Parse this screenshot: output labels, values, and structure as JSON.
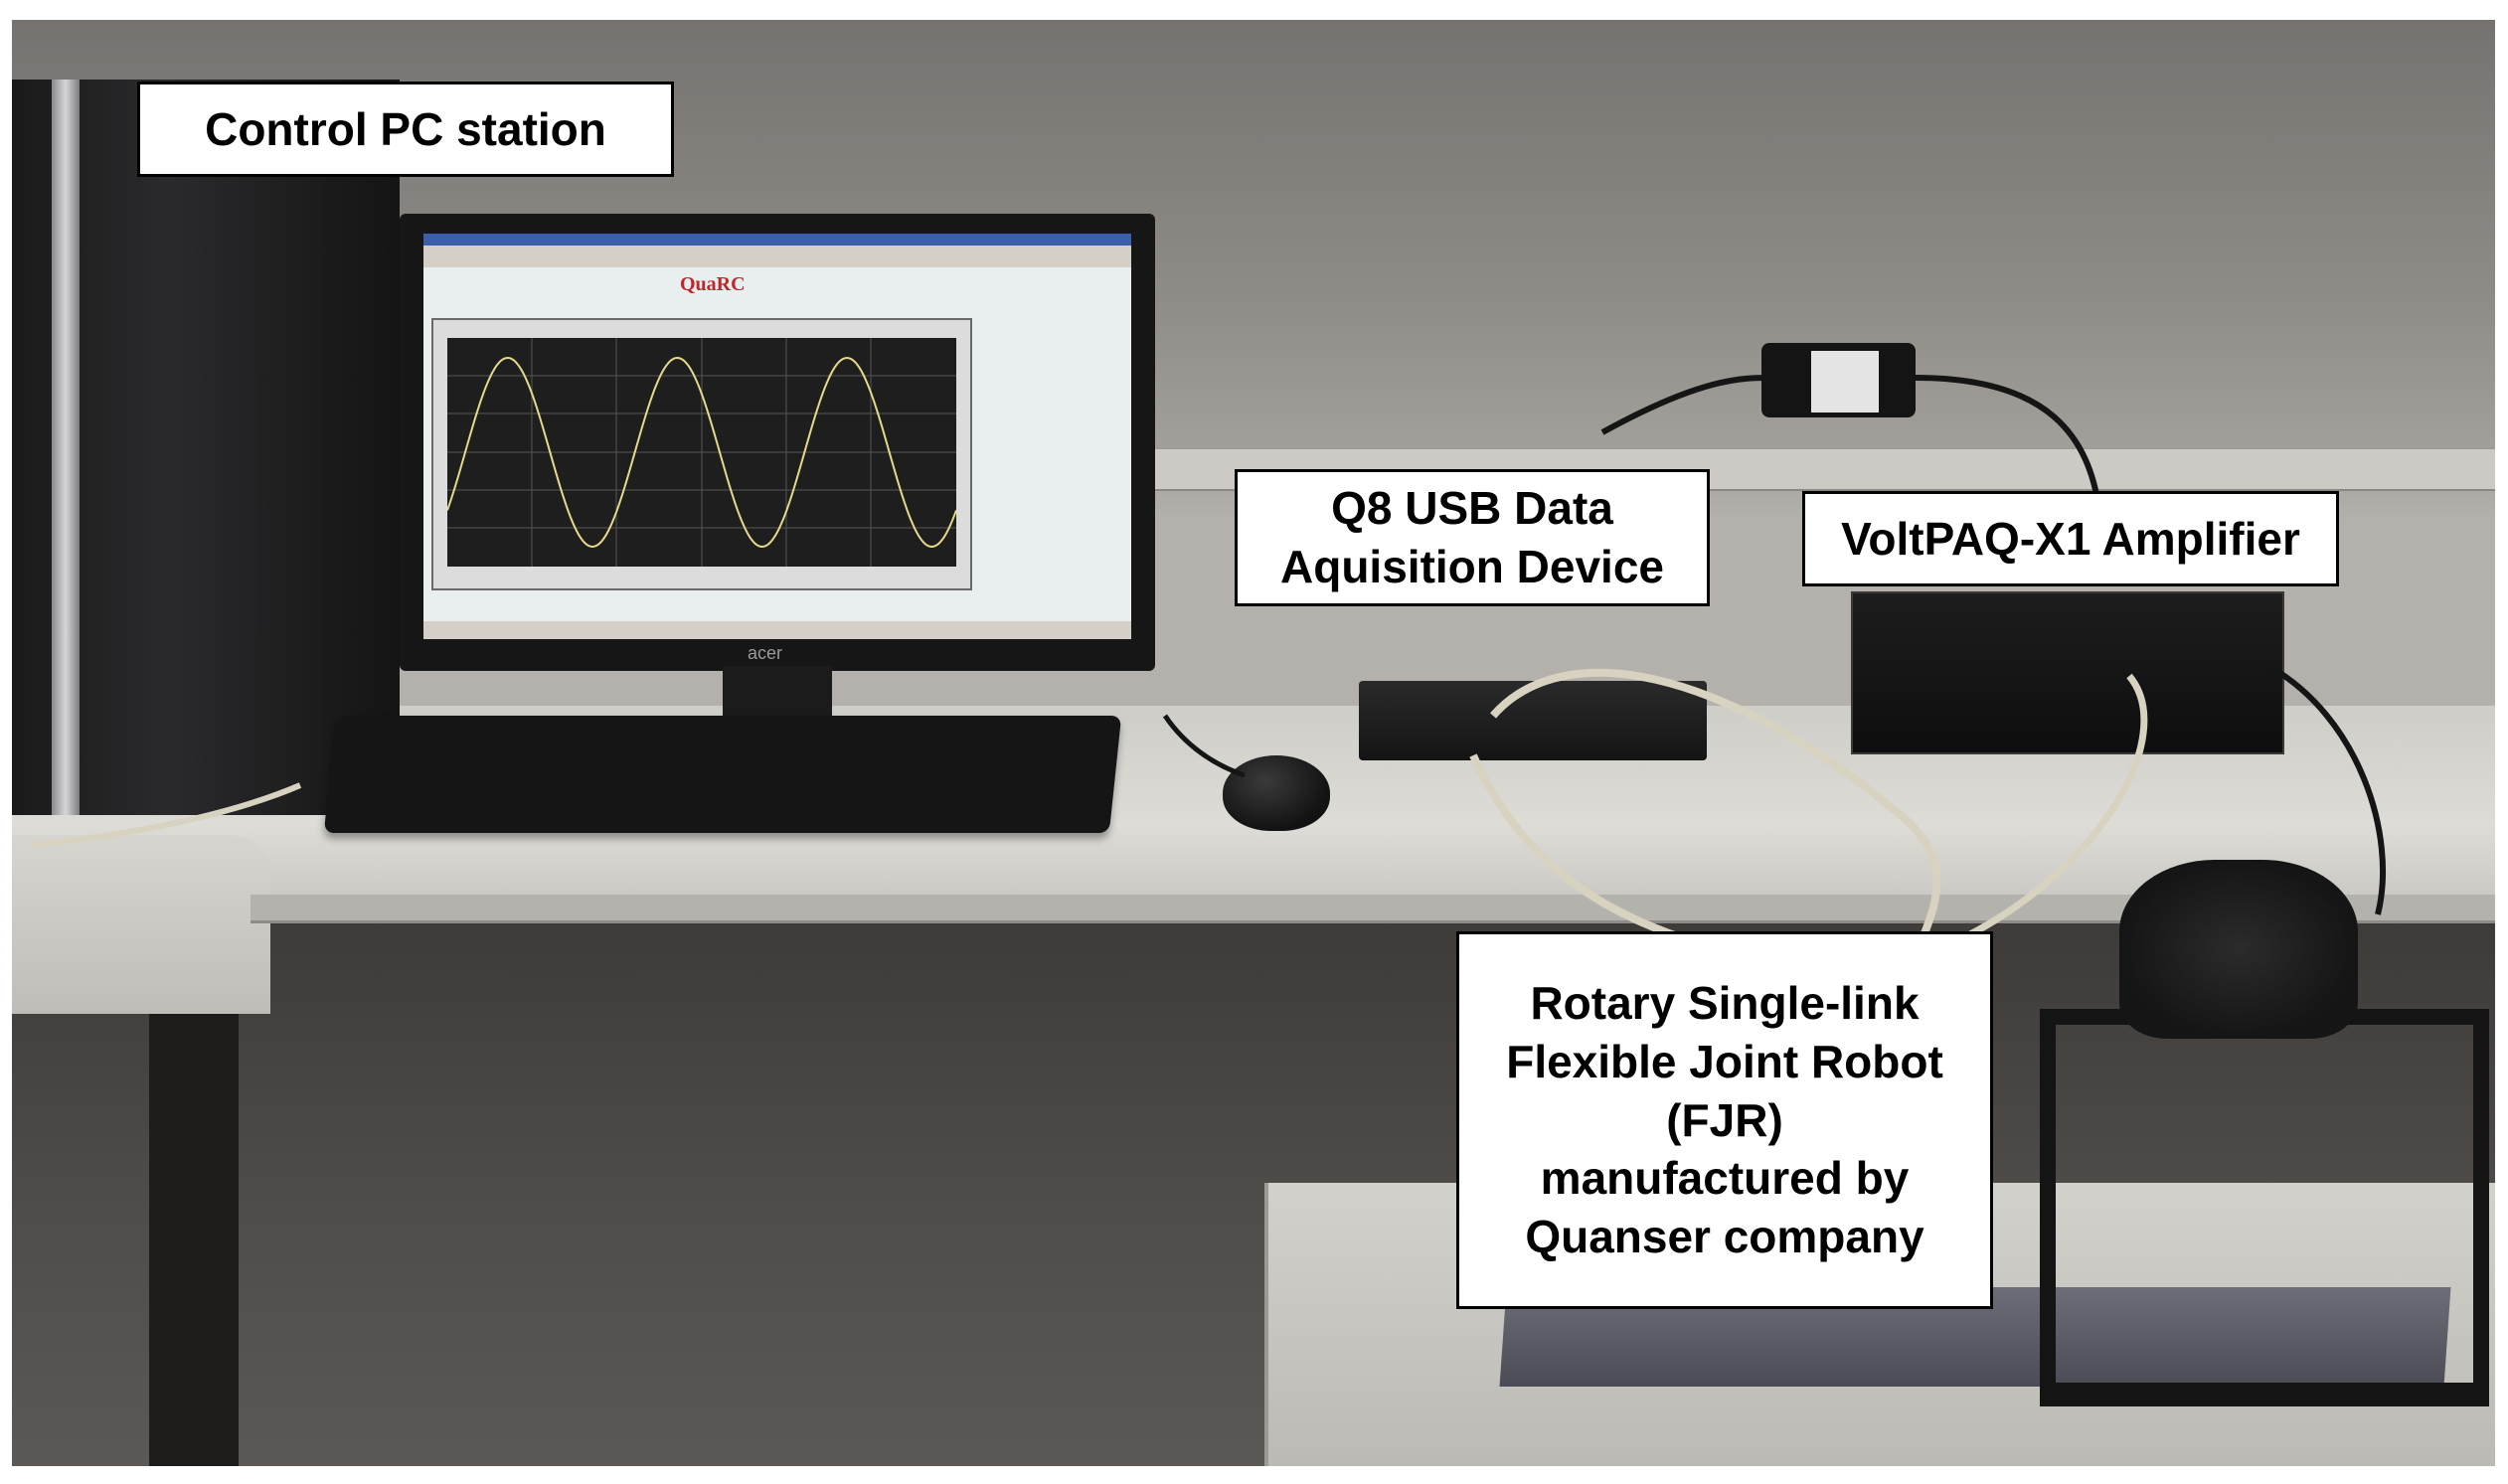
{
  "labels": {
    "control_pc": "Control PC station",
    "daq": "Q8 USB Data\nAquisition Device",
    "amplifier": "VoltPAQ-X1 Amplifier",
    "robot": "Rotary Single-link\nFlexible Joint Robot\n(FJR)\nmanufactured by\nQuanser company"
  },
  "screen": {
    "logo": "QuaRC",
    "monitor_brand": "acer"
  },
  "colors": {
    "label_background": "#ffffff",
    "label_border": "#000000",
    "scope_trace": "#e8d98a"
  }
}
